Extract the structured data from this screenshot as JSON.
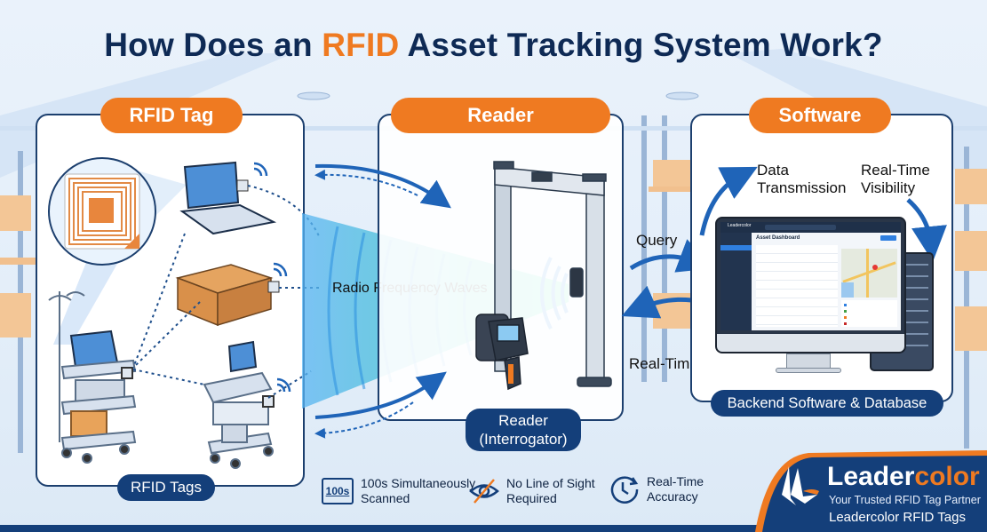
{
  "title": {
    "prefix": "How Does an ",
    "accent": "RFID",
    "suffix": " Asset Tracking System Work?"
  },
  "colors": {
    "navy": "#143f7a",
    "orange": "#ef7a21",
    "arrow_blue": "#1f64b8",
    "wave_start": "#3aa0f0",
    "wave_end": "#3fe0b0"
  },
  "panels": {
    "tag": {
      "header": "RFID Tag",
      "footer": "RFID Tags"
    },
    "reader": {
      "header": "Reader",
      "footer_line1": "Reader",
      "footer_line2": "(Interrogator)"
    },
    "software": {
      "header": "Software",
      "footer": "Backend Software & Database"
    }
  },
  "labels": {
    "waves": "Radio Frequency Waves",
    "query": "Query",
    "realtime_left": "Real-Time Visibility",
    "data_transmission_1": "Data",
    "data_transmission_2": "Transmission",
    "realtime_top_1": "Real-Time",
    "realtime_top_2": "Visibility"
  },
  "dashboard": {
    "brand": "Leadercolor",
    "title": "Asset Dashboard"
  },
  "features": [
    {
      "icon": "counter-icon",
      "badge": "100s",
      "line1": "100s Simultaneously",
      "line2": "Scanned"
    },
    {
      "icon": "eye-slash-icon",
      "line1": "No Line of Sight",
      "line2": "Required"
    },
    {
      "icon": "clock-icon",
      "line1": "Real-Time",
      "line2": "Accuracy"
    }
  ],
  "brand": {
    "name_main": "Leader",
    "name_accent": "color",
    "tagline": "Your Trusted RFID Tag Partner",
    "product": "Leadercolor RFID Tags"
  }
}
